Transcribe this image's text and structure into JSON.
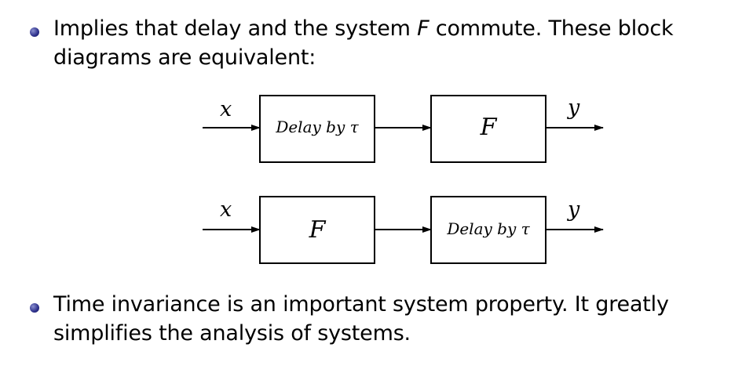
{
  "bullets": {
    "first": {
      "before": "Implies that delay and the system ",
      "system_var": "F",
      "after": " commute. These block diagrams are equivalent:"
    },
    "second": {
      "text": "Time invariance is an important system property. It greatly simplifies the analysis of systems."
    }
  },
  "diagram": {
    "rows": [
      {
        "input_label": "x",
        "blocks": [
          "Delay by τ",
          "F"
        ],
        "output_label": "y"
      },
      {
        "input_label": "x",
        "blocks": [
          "F",
          "Delay by τ"
        ],
        "output_label": "y"
      }
    ]
  },
  "colors": {
    "bullet": "#2c2f8a",
    "stroke": "#000000"
  }
}
